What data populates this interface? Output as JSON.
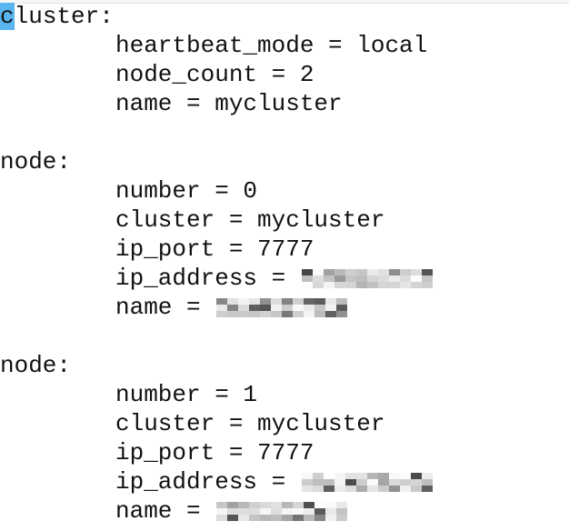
{
  "lines": [
    {
      "indent": false,
      "text": "cluster:",
      "cursor_char": "c",
      "rest": "luster:"
    },
    {
      "indent": true,
      "text": "heartbeat_mode = local"
    },
    {
      "indent": true,
      "text": "node_count = 2"
    },
    {
      "indent": true,
      "text": "name = mycluster"
    },
    {
      "indent": false,
      "text": ""
    },
    {
      "indent": false,
      "text": "node:"
    },
    {
      "indent": true,
      "text": "number = 0"
    },
    {
      "indent": true,
      "text": "cluster = mycluster"
    },
    {
      "indent": true,
      "text": "ip_port = 7777"
    },
    {
      "indent": true,
      "text": "ip_address = ",
      "redacted": true
    },
    {
      "indent": true,
      "text": "name = ",
      "redacted": true
    },
    {
      "indent": false,
      "text": ""
    },
    {
      "indent": false,
      "text": "node:"
    },
    {
      "indent": true,
      "text": "number = 1"
    },
    {
      "indent": true,
      "text": "cluster = mycluster"
    },
    {
      "indent": true,
      "text": "ip_port = 7777"
    },
    {
      "indent": true,
      "text": "ip_address = ",
      "redacted": true
    },
    {
      "indent": true,
      "text": "name = ",
      "redacted": true
    }
  ]
}
